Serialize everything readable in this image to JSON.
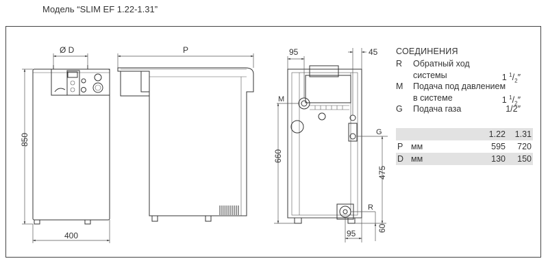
{
  "header": {
    "model_title": "Модель “SLIM EF 1.22-1.31”"
  },
  "dims": {
    "d_label": "Ø D",
    "height_850": "850",
    "width_400": "400",
    "depth_p": "P",
    "side_95_top": "95",
    "side_45": "45",
    "side_m": "M",
    "side_660": "660",
    "side_g": "G",
    "side_475": "475",
    "side_r": "R",
    "side_95_bottom": "95",
    "side_60": "60"
  },
  "connections": {
    "heading": "СОЕДИНЕНИЯ",
    "rows": [
      {
        "code": "R",
        "desc": "Обратный ход",
        "size": ""
      },
      {
        "code": "",
        "desc": "системы",
        "size_whole": "1",
        "size_num": "1",
        "size_den": "2",
        "size_tail": "″"
      },
      {
        "code": "M",
        "desc": "Подача под давлением",
        "size": ""
      },
      {
        "code": "",
        "desc": "в системе",
        "size_whole": "1",
        "size_num": "1",
        "size_den": "2",
        "size_tail": "″"
      },
      {
        "code": "G",
        "desc": "Подача газа",
        "size": "1/2″"
      }
    ]
  },
  "spec_table": {
    "header": [
      "",
      "",
      "1.22",
      "1.31"
    ],
    "rows": [
      {
        "code": "P",
        "unit": "мм",
        "v1": "595",
        "v2": "720"
      },
      {
        "code": "D",
        "unit": "мм",
        "v1": "130",
        "v2": "150"
      }
    ]
  }
}
